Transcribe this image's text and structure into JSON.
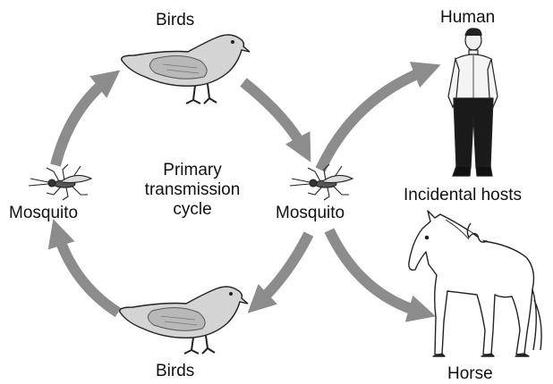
{
  "labels": {
    "birds_top": "Birds",
    "birds_bottom": "Birds",
    "mosquito_left": "Mosquito",
    "mosquito_right": "Mosquito",
    "cycle_line1": "Primary",
    "cycle_line2": "transmission",
    "cycle_line3": "cycle",
    "human": "Human",
    "incidental_hosts": "Incidental hosts",
    "horse": "Horse"
  },
  "colors": {
    "arrow": "#8c8c8c",
    "bird_body": "#d4d4d4",
    "bird_wing": "#b8b8b8",
    "outline": "#222222",
    "shirt": "#f4f4f4",
    "pants": "#1a1a1a"
  },
  "icons": [
    "bird-icon",
    "mosquito-icon",
    "human-icon",
    "horse-icon",
    "arrow-icon"
  ]
}
